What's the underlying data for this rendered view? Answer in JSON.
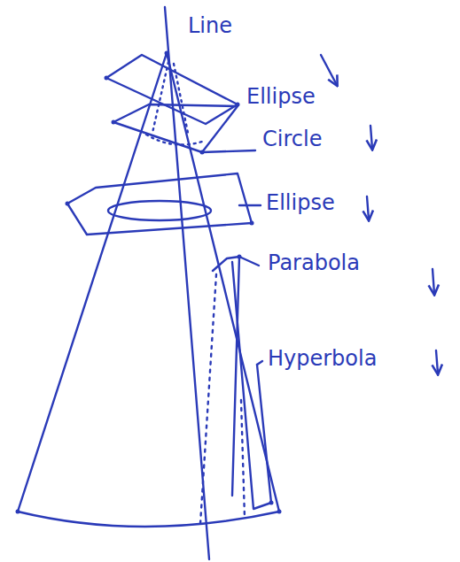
{
  "diagram": {
    "labels": [
      "Line",
      "Ellipse",
      "Circle",
      "Ellipse",
      "Parabola",
      "Hyperbola"
    ]
  }
}
